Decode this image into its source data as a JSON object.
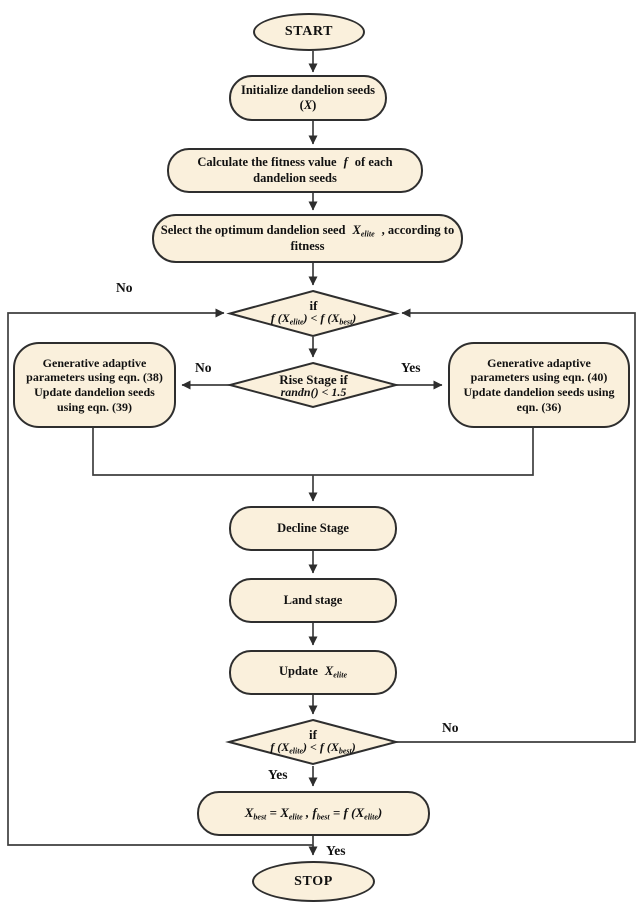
{
  "colors": {
    "fill": "#FAF0DC",
    "border": "#2E2E2E",
    "line": "#3F3F3F",
    "text": "#111111"
  },
  "nodes": {
    "start": {
      "label": "START"
    },
    "initialize": {
      "line1": "Initialize dandelion seeds",
      "open": "(",
      "var": "X",
      "close": ")"
    },
    "calculate": {
      "pre": "Calculate the fitness value",
      "f": "f",
      "post": "of each",
      "line2": "dandelion seeds"
    },
    "select": {
      "pre": "Select the optimum dandelion seed",
      "x": "X",
      "x_sub": "elite",
      "post": ", according to",
      "line2": "fitness"
    },
    "check1": {
      "if_label": "if",
      "p1": "f (X",
      "s1": "elite",
      "p2": ") < f (X",
      "s2": "best",
      "p3": ")"
    },
    "rise": {
      "line1": "Rise Stage if",
      "fn": "randn",
      "cond": "() < 1.5"
    },
    "rise_no_box": {
      "lines": [
        "Generative adaptive",
        "parameters using eqn. (38)",
        "Update dandelion seeds",
        "using eqn. (39)"
      ]
    },
    "rise_yes_box": {
      "lines": [
        "Generative adaptive",
        "parameters using eqn. (40)",
        "Update dandelion seeds using",
        "eqn. (36)"
      ]
    },
    "decline": {
      "label": "Decline Stage"
    },
    "land": {
      "label": "Land stage"
    },
    "update_elite": {
      "pre": "Update",
      "x": "X",
      "x_sub": "elite"
    },
    "check2": {
      "if_label": "if",
      "p1": "f (X",
      "s1": "elite",
      "p2": ") < f (X",
      "s2": "best",
      "p3": ")"
    },
    "assign_best": {
      "p1": "X",
      "s1": "best",
      "p2": " = X",
      "s2": "elite",
      "p3": " , f",
      "s3": "best",
      "p4": " = f (X",
      "s4": "elite",
      "p5": ")"
    },
    "stop": {
      "label": "STOP"
    }
  },
  "edge_labels": {
    "loop_no": "No",
    "rise_no": "No",
    "rise_yes": "Yes",
    "check2_no": "No",
    "check2_yes": "Yes",
    "stop_yes": "Yes"
  }
}
